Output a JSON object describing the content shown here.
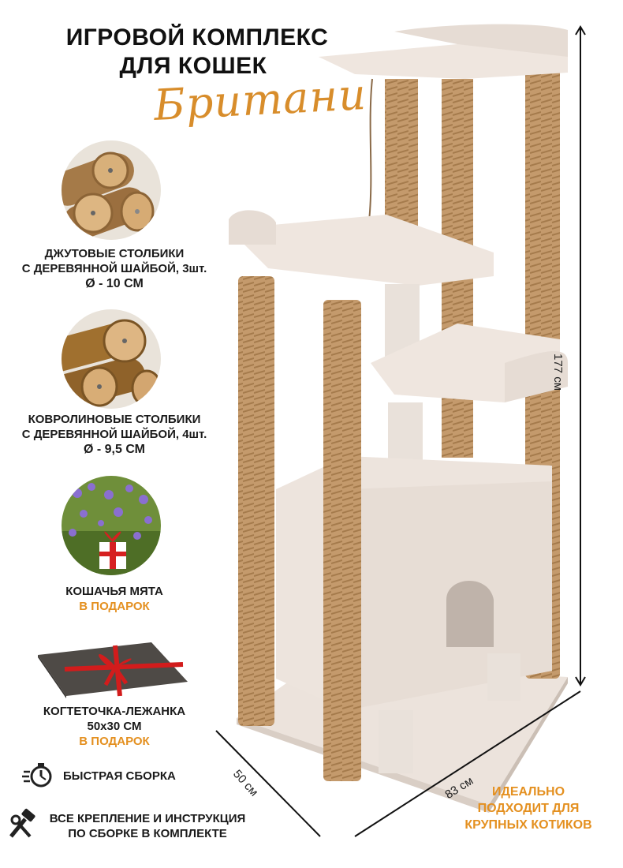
{
  "title": {
    "line1": "ИГРОВОЙ КОМПЛЕКС",
    "line2": "ДЛЯ КОШЕК",
    "brand": "Британи"
  },
  "features": [
    {
      "line1": "ДЖУТОВЫЕ СТОЛБИКИ",
      "line2": "С ДЕРЕВЯННОЙ ШАЙБОЙ,  3шт.",
      "diameter": "Ø - 10 СМ"
    },
    {
      "line1": "КОВРОЛИНОВЫЕ СТОЛБИКИ",
      "line2": "С ДЕРЕВЯННОЙ ШАЙБОЙ, 4шт.",
      "diameter": "Ø - 9,5 СМ"
    }
  ],
  "gifts": [
    {
      "line1": "КОШАЧЬЯ МЯТА",
      "line2": "В ПОДАРОК"
    },
    {
      "line1": "КОГТЕТОЧКА-ЛЕЖАНКА",
      "line2": "50х30 СМ",
      "line3": "В ПОДАРОК"
    }
  ],
  "bottom_features": {
    "assembly": "БЫСТРАЯ СБОРКА",
    "mount_line1": "ВСЕ КРЕПЛЕНИЕ И ИНСТРУКЦИЯ",
    "mount_line2": "ПО СБОРКЕ В КОМПЛЕКТЕ"
  },
  "dimensions": {
    "height": "177 см",
    "width": "83 см",
    "depth": "50 см"
  },
  "ideal": {
    "line1": "ИДЕАЛЬНО",
    "line2": "ПОДХОДИТ ДЛЯ",
    "line3": "КРУПНЫХ КОТИКОВ"
  },
  "colors": {
    "accent": "#e49020",
    "plush": "#efe6df",
    "jute": "#c49a6c"
  }
}
